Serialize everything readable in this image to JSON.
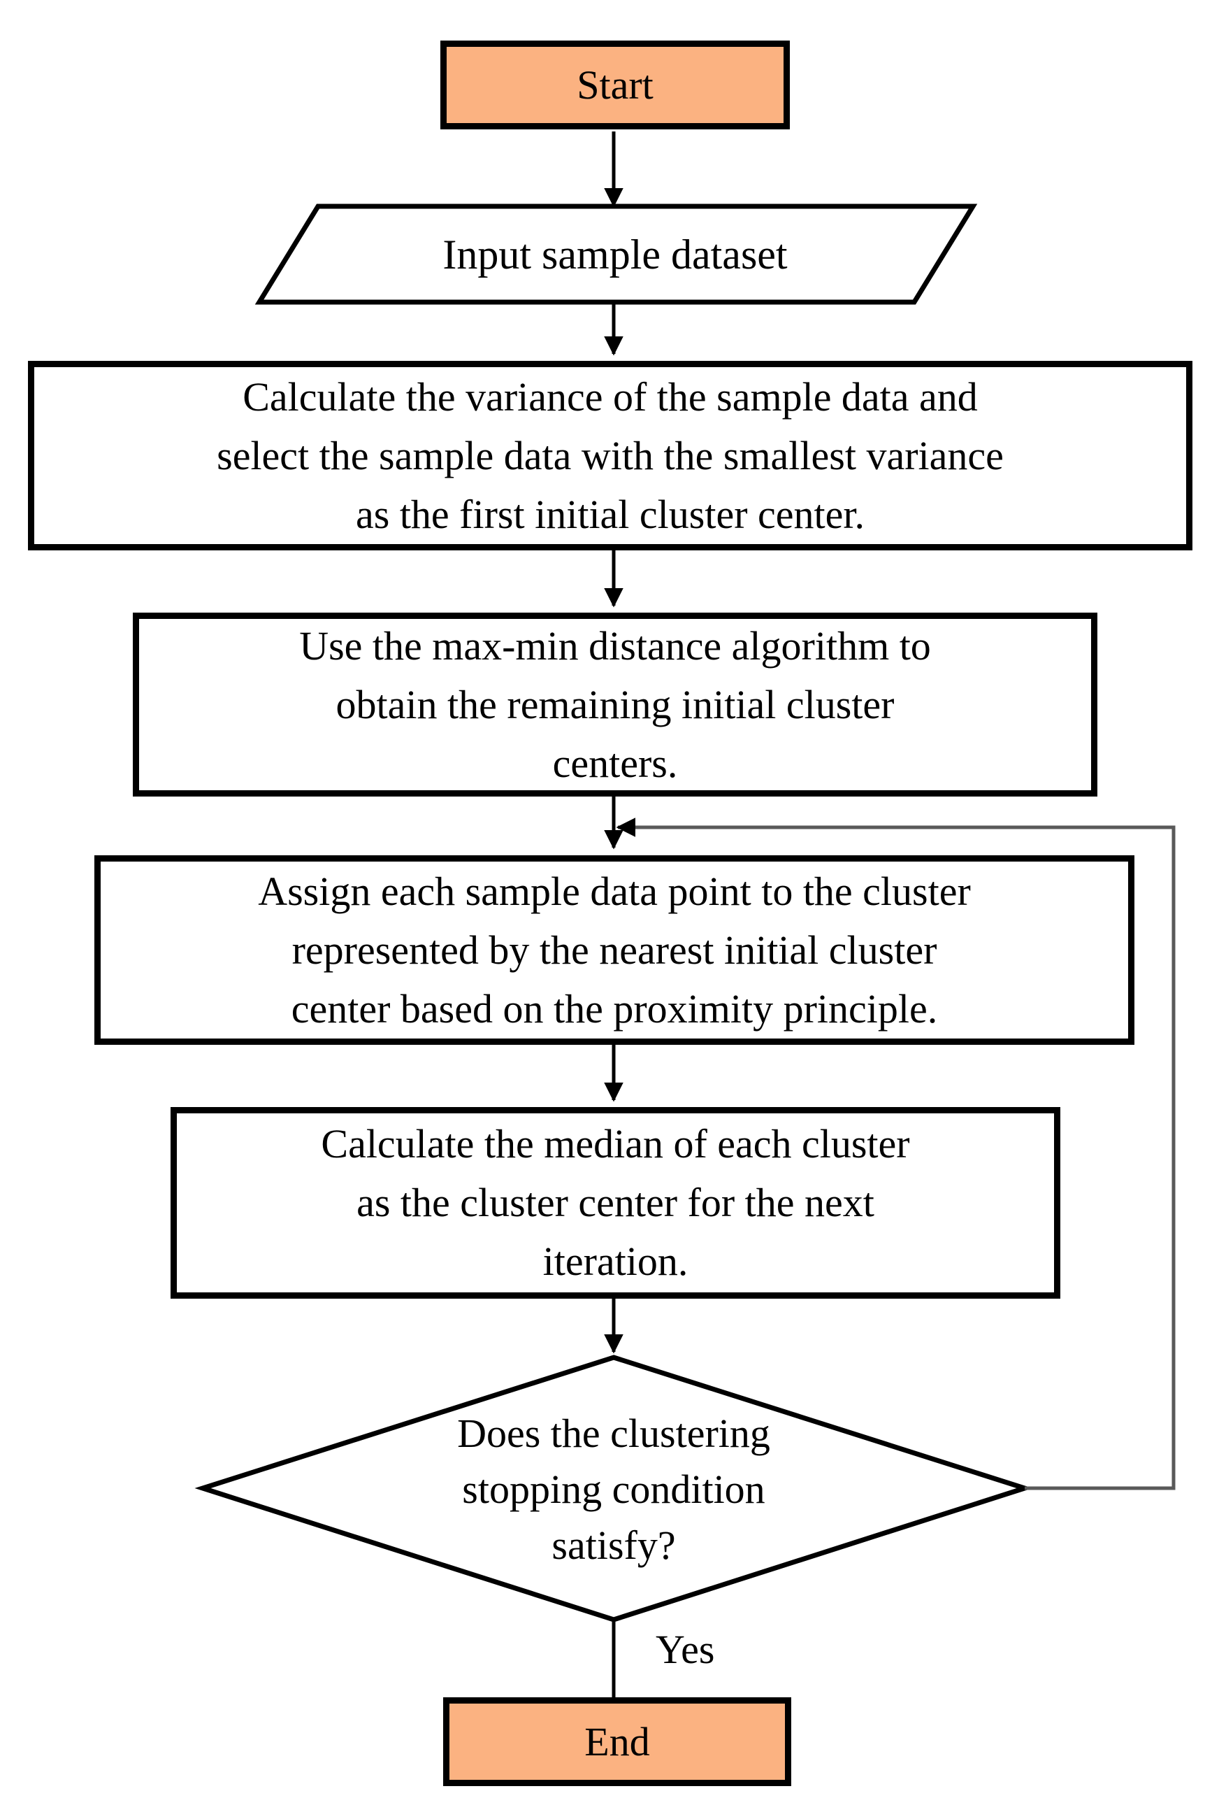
{
  "figure": {
    "type": "flowchart",
    "description": "Clustering algorithm flowchart"
  },
  "colors": {
    "terminal_fill": "#FBB281",
    "process_fill": "#FFFFFF",
    "stroke": "#000000",
    "feedback_stroke": "#595959"
  },
  "nodes": {
    "start": {
      "label": "Start"
    },
    "input_dataset": {
      "label": "Input sample dataset"
    },
    "variance": {
      "lines": [
        "Calculate the variance of the sample data and",
        "select the sample data with the smallest variance",
        "as the first initial cluster center."
      ]
    },
    "max_min": {
      "lines": [
        "Use the max-min distance algorithm to",
        "obtain the remaining initial cluster",
        "centers."
      ]
    },
    "assign": {
      "lines": [
        "Assign each sample data point to the cluster",
        "represented by the nearest initial cluster",
        "center based on the proximity principle."
      ]
    },
    "median": {
      "lines": [
        "Calculate the median of each cluster",
        "as the cluster center for the next",
        "iteration."
      ]
    },
    "decision": {
      "lines": [
        "Does the clustering",
        "stopping condition",
        "satisfy?"
      ]
    },
    "end": {
      "label": "End"
    }
  },
  "labels": {
    "yes": "Yes"
  }
}
